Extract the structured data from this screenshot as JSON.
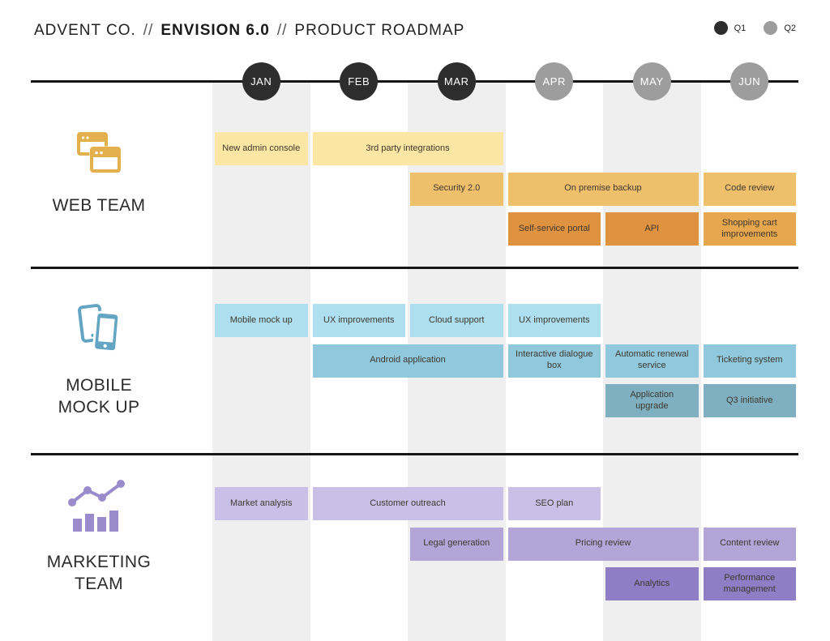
{
  "header": {
    "company": "ADVENT CO.",
    "sep1": "//",
    "product": "ENVISION 6.0",
    "sep2": "//",
    "title": "PRODUCT ROADMAP"
  },
  "legend": {
    "items": [
      {
        "label": "Q1",
        "color": "#2d2d2d"
      },
      {
        "label": "Q2",
        "color": "#9d9d9d"
      }
    ]
  },
  "timeline": {
    "months": [
      {
        "label": "JAN",
        "color": "#2d2d2d"
      },
      {
        "label": "FEB",
        "color": "#2d2d2d"
      },
      {
        "label": "MAR",
        "color": "#2d2d2d"
      },
      {
        "label": "APR",
        "color": "#9d9d9d"
      },
      {
        "label": "MAY",
        "color": "#9d9d9d"
      },
      {
        "label": "JUN",
        "color": "#9d9d9d"
      }
    ],
    "shaded_columns": [
      0,
      2,
      4
    ],
    "stripe_color": "#efefef"
  },
  "teams": [
    {
      "name": "WEB TEAM",
      "icon": "browser-windows-icon",
      "accent": "#e2b04c",
      "rows": [
        {
          "bars": [
            {
              "label": "New admin console",
              "start": 0,
              "span": 1,
              "color": "#fbe7a3"
            },
            {
              "label": "3rd party integrations",
              "start": 1,
              "span": 2,
              "color": "#fbe7a3"
            }
          ]
        },
        {
          "bars": [
            {
              "label": "Security 2.0",
              "start": 2,
              "span": 1,
              "color": "#eec06c"
            },
            {
              "label": "On premise backup",
              "start": 3,
              "span": 2,
              "color": "#eec06c"
            },
            {
              "label": "Code review",
              "start": 5,
              "span": 1,
              "color": "#eec06c"
            }
          ]
        },
        {
          "bars": [
            {
              "label": "Self-service portal",
              "start": 3,
              "span": 1,
              "color": "#df9240"
            },
            {
              "label": "API",
              "start": 4,
              "span": 1,
              "color": "#df9240"
            },
            {
              "label": "Shopping cart improvements",
              "start": 5,
              "span": 1,
              "color": "#e6a74e"
            }
          ]
        }
      ]
    },
    {
      "name": "MOBILE\nMOCK UP",
      "icon": "phones-icon",
      "accent": "#64a5c4",
      "rows": [
        {
          "bars": [
            {
              "label": "Mobile mock up",
              "start": 0,
              "span": 1,
              "color": "#addff0"
            },
            {
              "label": "UX improvements",
              "start": 1,
              "span": 1,
              "color": "#addff0"
            },
            {
              "label": "Cloud support",
              "start": 2,
              "span": 1,
              "color": "#addff0"
            },
            {
              "label": "UX improvements",
              "start": 3,
              "span": 1,
              "color": "#addff0"
            }
          ]
        },
        {
          "bars": [
            {
              "label": "Android application",
              "start": 1,
              "span": 2,
              "color": "#90c9dd"
            },
            {
              "label": "Interactive dialogue box",
              "start": 3,
              "span": 1,
              "color": "#90c9dd"
            },
            {
              "label": "Automatic renewal service",
              "start": 4,
              "span": 1,
              "color": "#90c9dd"
            },
            {
              "label": "Ticketing system",
              "start": 5,
              "span": 1,
              "color": "#90c9dd"
            }
          ]
        },
        {
          "bars": [
            {
              "label": "Application upgrade",
              "start": 4,
              "span": 1,
              "color": "#7fb0c1"
            },
            {
              "label": "Q3 initiative",
              "start": 5,
              "span": 1,
              "color": "#7fb0c1"
            }
          ]
        }
      ]
    },
    {
      "name": "MARKETING\nTEAM",
      "icon": "analytics-chart-icon",
      "accent": "#9a8ccc",
      "rows": [
        {
          "bars": [
            {
              "label": "Market analysis",
              "start": 0,
              "span": 1,
              "color": "#c9c0e8"
            },
            {
              "label": "Customer outreach",
              "start": 1,
              "span": 2,
              "color": "#c9c0e8"
            },
            {
              "label": "SEO plan",
              "start": 3,
              "span": 1,
              "color": "#c9c0e8"
            }
          ]
        },
        {
          "bars": [
            {
              "label": "Legal generation",
              "start": 2,
              "span": 1,
              "color": "#b1a6d7"
            },
            {
              "label": "Pricing review",
              "start": 3,
              "span": 2,
              "color": "#b1a6d7"
            },
            {
              "label": "Content review",
              "start": 5,
              "span": 1,
              "color": "#b1a6d7"
            }
          ]
        },
        {
          "bars": [
            {
              "label": "Analytics",
              "start": 4,
              "span": 1,
              "color": "#8d7ec6"
            },
            {
              "label": "Performance management",
              "start": 5,
              "span": 1,
              "color": "#8d7ec6"
            }
          ]
        }
      ]
    }
  ]
}
